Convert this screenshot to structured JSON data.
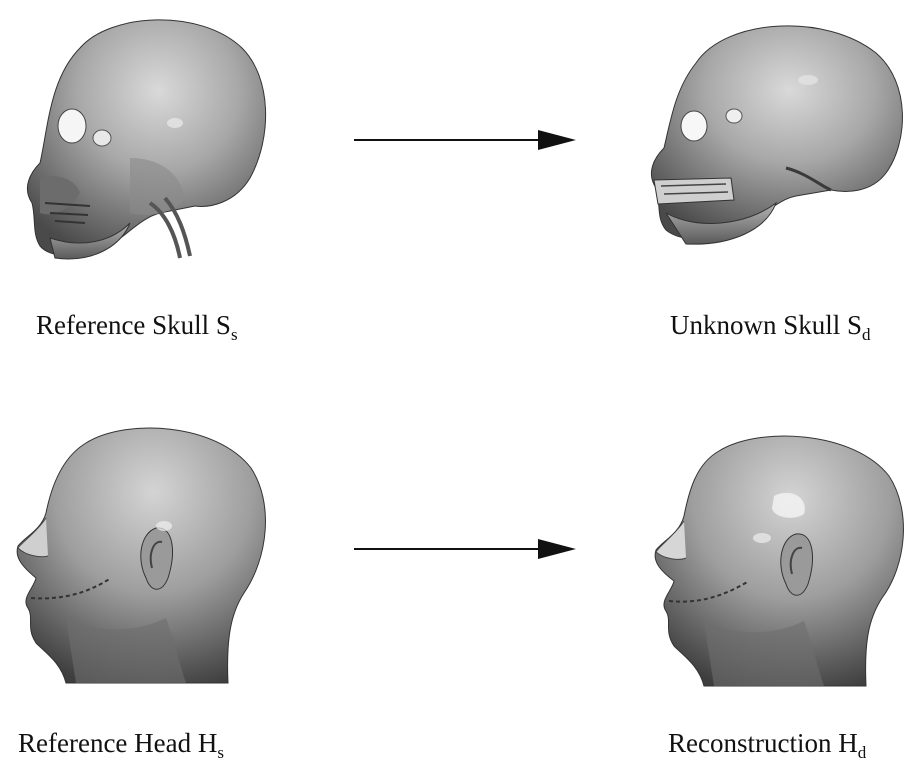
{
  "figure": {
    "panels": {
      "ref_skull": {
        "label": "Reference Skull S",
        "subscript": "s"
      },
      "unknown_skull": {
        "label": "Unknown Skull S",
        "subscript": "d"
      },
      "ref_head": {
        "label": "Reference Head H",
        "subscript": "s"
      },
      "reconstruction": {
        "label": "Reconstruction H",
        "subscript": "d"
      }
    }
  }
}
